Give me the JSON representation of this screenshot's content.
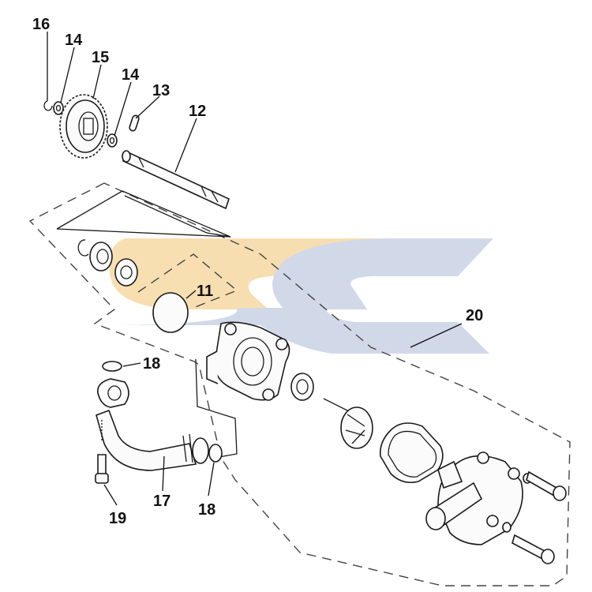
{
  "diagram": {
    "watermark": {
      "letters": "SC",
      "colors": {
        "orange": "#f6d9a4",
        "blue": "#c9d3e6"
      }
    },
    "callouts": {
      "c11": "11",
      "c12": "12",
      "c13": "13",
      "c14a": "14",
      "c14b": "14",
      "c15": "15",
      "c16": "16",
      "c17": "17",
      "c18a": "18",
      "c18b": "18",
      "c19": "19",
      "c20": "20"
    }
  }
}
